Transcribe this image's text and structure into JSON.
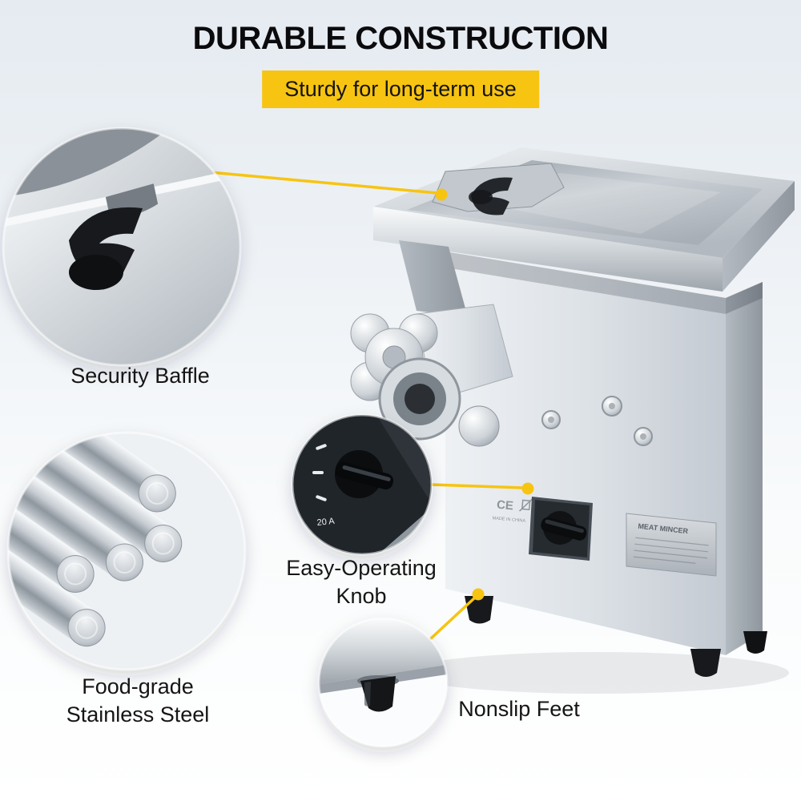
{
  "header": {
    "title": "DURABLE CONSTRUCTION",
    "subtitle": "Sturdy for long-term use"
  },
  "callouts": [
    {
      "id": "security-baffle",
      "label": "Security Baffle"
    },
    {
      "id": "stainless-steel",
      "label": "Food-grade\nStainless Steel"
    },
    {
      "id": "easy-operating-knob",
      "label": "Easy-Operating\nKnob"
    },
    {
      "id": "nonslip-feet",
      "label": "Nonslip Feet"
    }
  ],
  "machine": {
    "plate_title": "MEAT MINCER",
    "ce_mark": "CE",
    "made_in": "MADE IN CHINA",
    "switch_label": "20 A"
  },
  "colors": {
    "accent_yellow": "#f7c411",
    "text_dark": "#111111"
  }
}
